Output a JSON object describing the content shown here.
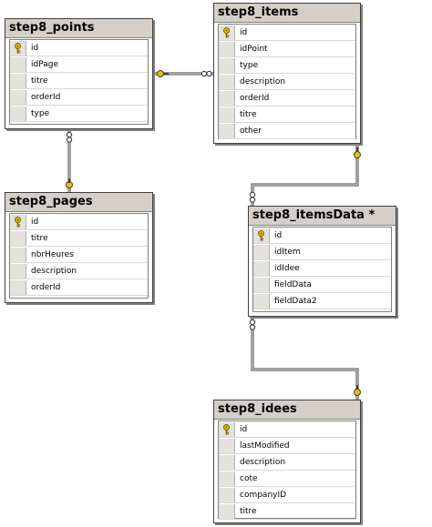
{
  "tables": {
    "step8_points": {
      "title": "step8_points",
      "columns": [
        "id",
        "idPage",
        "titre",
        "orderId",
        "type"
      ],
      "primary_key": "id"
    },
    "step8_items": {
      "title": "step8_items",
      "columns": [
        "id",
        "idPoint",
        "type",
        "description",
        "orderId",
        "titre",
        "other"
      ],
      "primary_key": "id"
    },
    "step8_pages": {
      "title": "step8_pages",
      "columns": [
        "id",
        "titre",
        "nbrHeures",
        "description",
        "orderId"
      ],
      "primary_key": "id"
    },
    "step8_itemsData": {
      "title": "step8_itemsData *",
      "columns": [
        "id",
        "idItem",
        "idIdee",
        "fieldData",
        "fieldData2"
      ],
      "primary_key": "id"
    },
    "step8_idees": {
      "title": "step8_idees",
      "columns": [
        "id",
        "lastModified",
        "description",
        "cote",
        "companyID",
        "titre"
      ],
      "primary_key": "id"
    }
  },
  "relationships": [
    {
      "from": "step8_points",
      "to": "step8_items"
    },
    {
      "from": "step8_pages",
      "to": "step8_points"
    },
    {
      "from": "step8_items",
      "to": "step8_itemsData"
    },
    {
      "from": "step8_idees",
      "to": "step8_itemsData"
    }
  ],
  "colors": {
    "key_icon": "#e6c200",
    "connector": "#404040"
  }
}
